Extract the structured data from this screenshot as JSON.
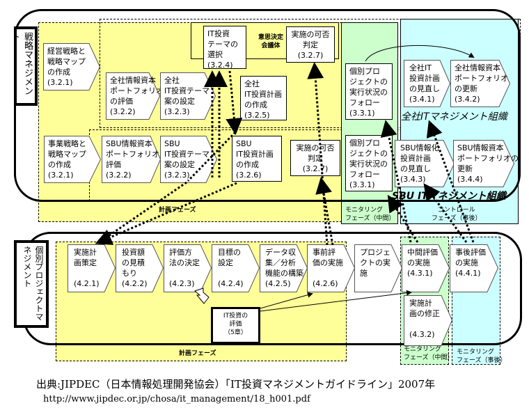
{
  "sections": {
    "strategy": {
      "title": "戦略マネジメント"
    },
    "project": {
      "title": "個別プロジェクトマネジメント"
    }
  },
  "strategy": {
    "decision_body_label": "意思決定\n会議体",
    "company_org_label": "全社ITマネジメント組織",
    "sbu_org_label": "SBU ITマネジメント組織",
    "phase_plan": "計画フェーズ",
    "phase_monitor_mid": "モニタリング\nフェーズ（中間）",
    "phase_control_post": "コントロール\nフェーズ（事後）",
    "company_row": [
      {
        "text": "経営戦略と\n戦略マップ\nの作成\n(3.2.1)"
      },
      {
        "text": "全社情報資本\nポートフォリオ\nの評価\n(3.2.2)"
      },
      {
        "text": "全社\nIT投資テーマ\n案の設定\n(3.2.3)"
      },
      {
        "text": "IT投資\nテーマの\n選択\n(3.2.4)"
      },
      {
        "text": "全社\nIT投資計画\nの作成\n(3.2.5)"
      },
      {
        "text": "実施の可否\n判定\n(3.2.7)"
      },
      {
        "text": "個別プロ\nジェクトの\n実行状況の\nフォロー\n(3.3.1)"
      },
      {
        "text": "全社IT\n投資計画\nの見直し\n(3.4.1)"
      },
      {
        "text": "全社情報資本\nポートフォリオ\nの更新\n(3.4.2)"
      }
    ],
    "sbu_row": [
      {
        "text": "事業戦略と\n戦略マップ\nの作成\n(3.2.1)"
      },
      {
        "text": "SBU情報資本\nポートフォリオの\n評価\n(3.2.2)"
      },
      {
        "text": "SBU\nIT投資テーマ\n案の設定\n(3.2.3)"
      },
      {
        "text": "SBU\nIT投資計画\nの作成\n(3.2.6)"
      },
      {
        "text": "実施の可否\n判定\n(3.2.7)"
      },
      {
        "text": "個別プロ\nジェクトの\n実行状況の\nフォロー\n(3.3.1)"
      },
      {
        "text": "SBU情報化\n投資計画\nの見直し\n(3.4.3)"
      },
      {
        "text": "SBU情報資本\nポートフォリオの\n更新\n(3.4.4)"
      }
    ]
  },
  "project": {
    "phase_plan": "計画フェーズ",
    "phase_monitor_mid": "モニタリング\nフェーズ（中間）",
    "phase_monitor_post": "モニタリング\nフェーズ（事後）",
    "it_eval_box": "IT投資の\n評価\n（5章）",
    "steps": [
      {
        "text": "実施計\n画策定\n\n(4.2.1)"
      },
      {
        "text": "投資額\nの見積\nもり\n(4.2.2)"
      },
      {
        "text": "評価方\n法の決定\n\n(4.2.3)"
      },
      {
        "text": "目標の\n設定\n\n(4.2.4)"
      },
      {
        "text": "データ収\n集／分析\n機能の構築\n(4.2.5)"
      },
      {
        "text": "事前評\n価の実施\n\n(4.2.6)"
      },
      {
        "text": "プロジェ\nクトの実\n施"
      },
      {
        "text": "中間評価\nの実施\n(4.3.1)"
      },
      {
        "text": "事後評価\nの実施\n(4.4.1)"
      },
      {
        "text": "実施計\n画の修正\n\n(4.3.2)"
      }
    ]
  },
  "footer": {
    "source": "出典:JIPDEC（日本情報処理開発協会）「IT投資マネジメントガイドライン」2007年",
    "url": "http://www.jipdec.or.jp/chosa/it_management/18_h001.pdf"
  },
  "colors": {
    "plan_yellow": "#ffff99",
    "monitor_green": "#ccffcc",
    "control_cyan": "#ccffff"
  }
}
